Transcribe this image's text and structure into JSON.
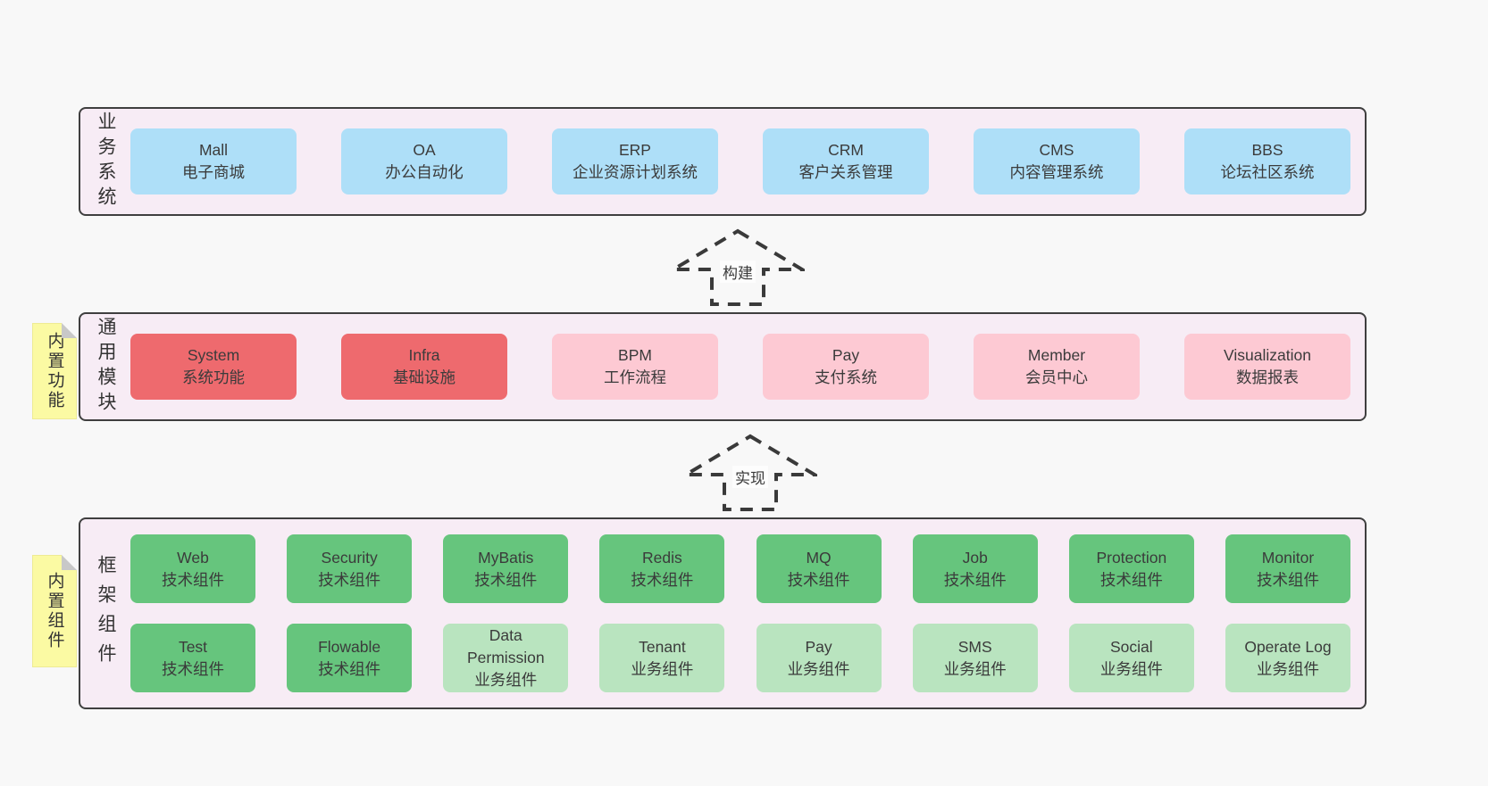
{
  "colors": {
    "page_background": "#f8f8f8",
    "layer_background": "#f7ecf5",
    "layer_border": "#3f3f3f",
    "blue_box": "#aedff8",
    "red_box": "#ee6a6e",
    "pink_box": "#fdc9d3",
    "green_box": "#66c57d",
    "lightgreen_box": "#b9e4bf",
    "sticky_note": "#fbfaa3",
    "text": "#3b3b3b"
  },
  "arrows": [
    {
      "label": "构建"
    },
    {
      "label": "实现"
    }
  ],
  "layers": [
    {
      "label": "业务系统",
      "boxes": [
        {
          "en": "Mall",
          "zh": "电子商城",
          "type": "blue"
        },
        {
          "en": "OA",
          "zh": "办公自动化",
          "type": "blue"
        },
        {
          "en": "ERP",
          "zh": "企业资源计划系统",
          "type": "blue"
        },
        {
          "en": "CRM",
          "zh": "客户关系管理",
          "type": "blue"
        },
        {
          "en": "CMS",
          "zh": "内容管理系统",
          "type": "blue"
        },
        {
          "en": "BBS",
          "zh": "论坛社区系统",
          "type": "blue"
        }
      ]
    },
    {
      "sticky": "内置功能",
      "label": "通用模块",
      "boxes": [
        {
          "en": "System",
          "zh": "系统功能",
          "type": "red"
        },
        {
          "en": "Infra",
          "zh": "基础设施",
          "type": "red"
        },
        {
          "en": "BPM",
          "zh": "工作流程",
          "type": "pink"
        },
        {
          "en": "Pay",
          "zh": "支付系统",
          "type": "pink"
        },
        {
          "en": "Member",
          "zh": "会员中心",
          "type": "pink"
        },
        {
          "en": "Visualization",
          "zh": "数据报表",
          "type": "pink"
        }
      ]
    },
    {
      "sticky": "内置组件",
      "label": "框架组件",
      "rows": [
        [
          {
            "en": "Web",
            "zh": "技术组件",
            "type": "green"
          },
          {
            "en": "Security",
            "zh": "技术组件",
            "type": "green"
          },
          {
            "en": "MyBatis",
            "zh": "技术组件",
            "type": "green"
          },
          {
            "en": "Redis",
            "zh": "技术组件",
            "type": "green"
          },
          {
            "en": "MQ",
            "zh": "技术组件",
            "type": "green"
          },
          {
            "en": "Job",
            "zh": "技术组件",
            "type": "green"
          },
          {
            "en": "Protection",
            "zh": "技术组件",
            "type": "green"
          },
          {
            "en": "Monitor",
            "zh": "技术组件",
            "type": "green"
          }
        ],
        [
          {
            "en": "Test",
            "zh": "技术组件",
            "type": "green"
          },
          {
            "en": "Flowable",
            "zh": "技术组件",
            "type": "green"
          },
          {
            "en": "Data Permission",
            "zh": "业务组件",
            "type": "lightgreen"
          },
          {
            "en": "Tenant",
            "zh": "业务组件",
            "type": "lightgreen"
          },
          {
            "en": "Pay",
            "zh": "业务组件",
            "type": "lightgreen"
          },
          {
            "en": "SMS",
            "zh": "业务组件",
            "type": "lightgreen"
          },
          {
            "en": "Social",
            "zh": "业务组件",
            "type": "lightgreen"
          },
          {
            "en": "Operate Log",
            "zh": "业务组件",
            "type": "lightgreen"
          }
        ]
      ]
    }
  ]
}
